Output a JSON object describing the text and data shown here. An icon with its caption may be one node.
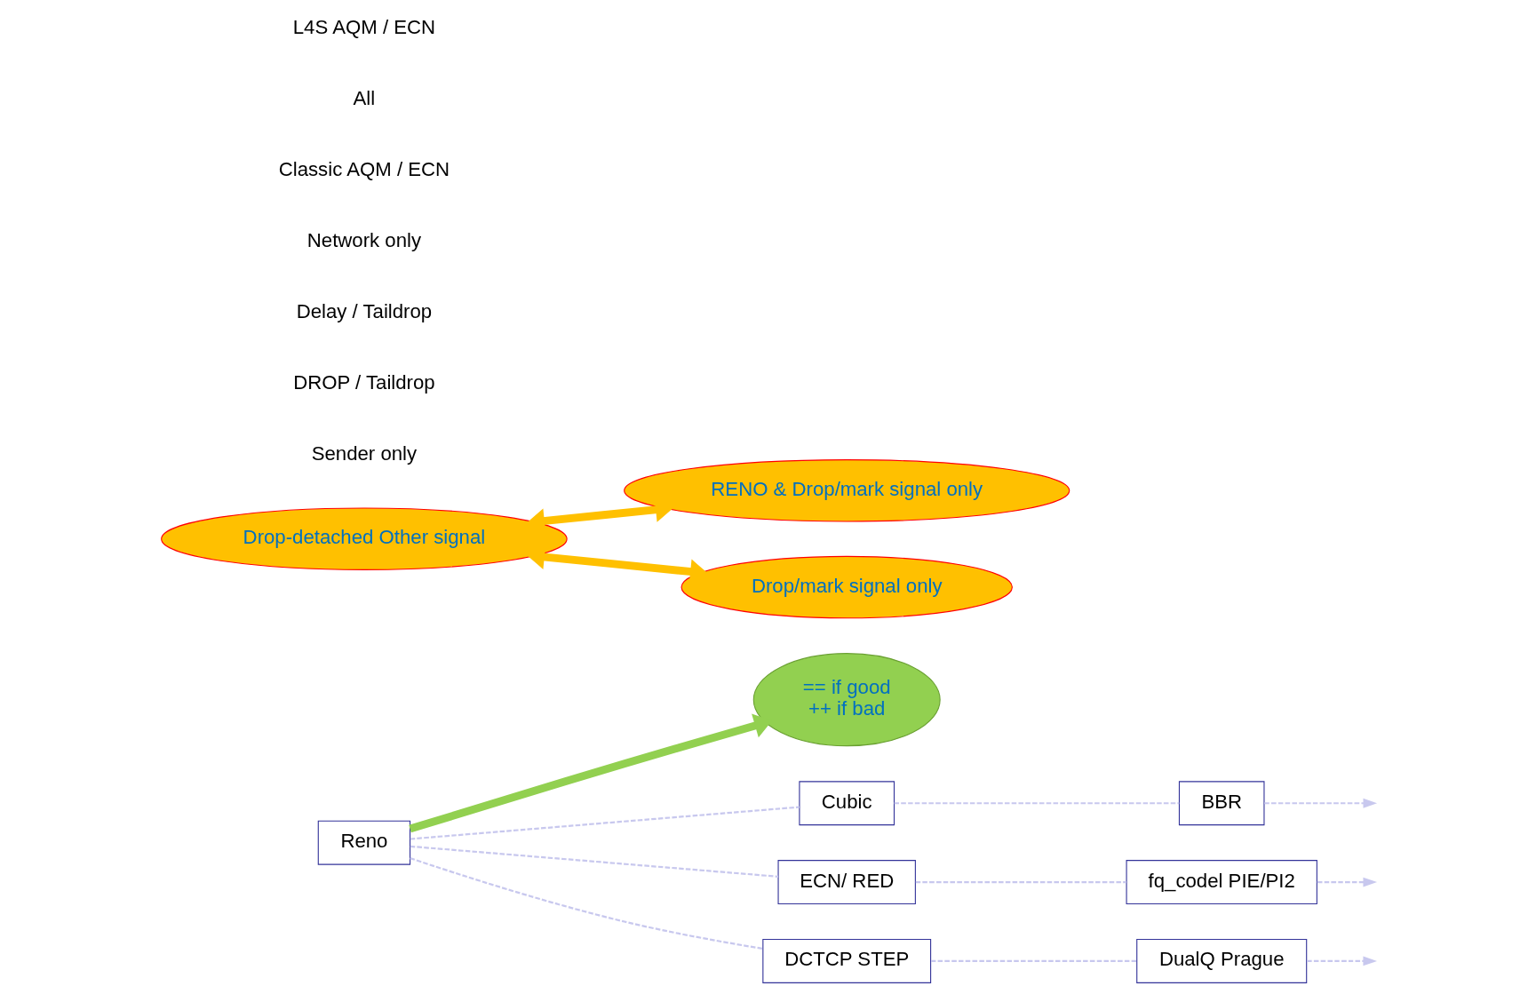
{
  "diagram": {
    "nodes": [
      {
        "text": [
          "Reno"
        ]
      },
      {
        "text": [
          "== if good",
          "++ if bad"
        ]
      },
      {
        "text": [
          "Cubic"
        ]
      },
      {
        "text": [
          "Drop-detached Other signal"
        ]
      },
      {
        "text": [
          "BBR"
        ]
      },
      {
        "text": [
          "RENO & Drop/mark signal only"
        ]
      },
      {
        "text": [
          "ECN/ RED"
        ]
      },
      {
        "text": [
          "fq_codel PIE/PI2"
        ]
      },
      {
        "text": [
          "DCTCP STEP"
        ]
      },
      {
        "text": [
          "Drop/mark signal only"
        ]
      },
      {
        "text": [
          "DualQ Prague"
        ]
      }
    ],
    "edges": [
      {
        "from": 0,
        "to": 1,
        "arrow": "to",
        "style": "thick",
        "color": "#92d050"
      },
      {
        "from": 0,
        "to": 2,
        "arrow": "none",
        "style": "dashed"
      },
      {
        "from": 2,
        "to": 4,
        "arrow": "none",
        "style": "dashed"
      },
      {
        "from": 4,
        "to": null,
        "arrow": "to",
        "style": "dashed"
      },
      {
        "from": 0,
        "to": 6,
        "arrow": "none",
        "style": "dashed"
      },
      {
        "from": 6,
        "to": 7,
        "arrow": "none",
        "style": "dashed"
      },
      {
        "from": 7,
        "to": null,
        "arrow": "to",
        "style": "dashed"
      },
      {
        "from": 0,
        "to": 8,
        "arrow": "none",
        "style": "dashed"
      },
      {
        "from": 8,
        "to": 10,
        "arrow": "none",
        "style": "dashed"
      },
      {
        "from": 10,
        "to": null,
        "arrow": "to",
        "style": "dashed"
      },
      {
        "from": 3,
        "to": 5,
        "arrow": "both",
        "style": "thick",
        "color": "#ffc000"
      },
      {
        "from": 3,
        "to": 9,
        "arrow": "both",
        "style": "thick",
        "color": "#ffc000"
      }
    ],
    "labels": [
      "Sender only",
      "DROP / Taildrop",
      "Delay / Taildrop",
      "Network only",
      "Classic AQM / ECN",
      "All",
      "L4S AQM / ECN"
    ]
  }
}
